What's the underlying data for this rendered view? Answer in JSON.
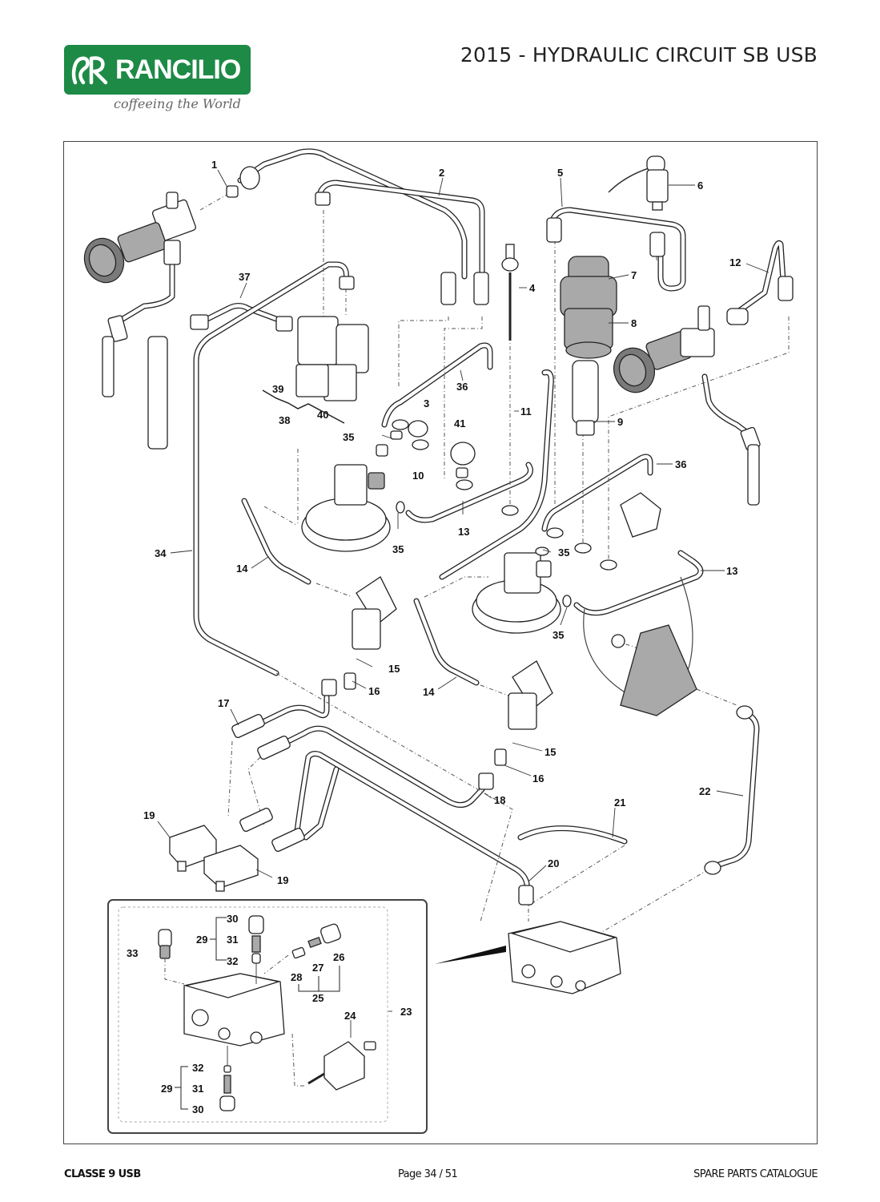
{
  "header": {
    "brand": "RANCILIO",
    "tagline": "coffeeing the World",
    "brand_color": "#1d8a46",
    "title": "2015 - HYDRAULIC CIRCUIT SB USB"
  },
  "diagram": {
    "callouts": [
      {
        "id": "c1",
        "label": "1"
      },
      {
        "id": "c2",
        "label": "2"
      },
      {
        "id": "c3",
        "label": "3"
      },
      {
        "id": "c4",
        "label": "4"
      },
      {
        "id": "c5",
        "label": "5"
      },
      {
        "id": "c6",
        "label": "6"
      },
      {
        "id": "c7",
        "label": "7"
      },
      {
        "id": "c8",
        "label": "8"
      },
      {
        "id": "c9",
        "label": "9"
      },
      {
        "id": "c10",
        "label": "10"
      },
      {
        "id": "c11",
        "label": "11"
      },
      {
        "id": "c12",
        "label": "12"
      },
      {
        "id": "c13a",
        "label": "13"
      },
      {
        "id": "c13b",
        "label": "13"
      },
      {
        "id": "c14a",
        "label": "14"
      },
      {
        "id": "c14b",
        "label": "14"
      },
      {
        "id": "c15a",
        "label": "15"
      },
      {
        "id": "c15b",
        "label": "15"
      },
      {
        "id": "c16a",
        "label": "16"
      },
      {
        "id": "c16b",
        "label": "16"
      },
      {
        "id": "c17",
        "label": "17"
      },
      {
        "id": "c18",
        "label": "18"
      },
      {
        "id": "c19a",
        "label": "19"
      },
      {
        "id": "c19b",
        "label": "19"
      },
      {
        "id": "c20",
        "label": "20"
      },
      {
        "id": "c21",
        "label": "21"
      },
      {
        "id": "c22",
        "label": "22"
      },
      {
        "id": "c23",
        "label": "23"
      },
      {
        "id": "c24",
        "label": "24"
      },
      {
        "id": "c25",
        "label": "25"
      },
      {
        "id": "c26",
        "label": "26"
      },
      {
        "id": "c27",
        "label": "27"
      },
      {
        "id": "c28",
        "label": "28"
      },
      {
        "id": "c29a",
        "label": "29"
      },
      {
        "id": "c29b",
        "label": "29"
      },
      {
        "id": "c30a",
        "label": "30"
      },
      {
        "id": "c30b",
        "label": "30"
      },
      {
        "id": "c31a",
        "label": "31"
      },
      {
        "id": "c31b",
        "label": "31"
      },
      {
        "id": "c32a",
        "label": "32"
      },
      {
        "id": "c32b",
        "label": "32"
      },
      {
        "id": "c33",
        "label": "33"
      },
      {
        "id": "c34",
        "label": "34"
      },
      {
        "id": "c35a",
        "label": "35"
      },
      {
        "id": "c35b",
        "label": "35"
      },
      {
        "id": "c35c",
        "label": "35"
      },
      {
        "id": "c35d",
        "label": "35"
      },
      {
        "id": "c36a",
        "label": "36"
      },
      {
        "id": "c36b",
        "label": "36"
      },
      {
        "id": "c37",
        "label": "37"
      },
      {
        "id": "c38",
        "label": "38"
      },
      {
        "id": "c39",
        "label": "39"
      },
      {
        "id": "c40",
        "label": "40"
      },
      {
        "id": "c41",
        "label": "41"
      }
    ]
  },
  "footer": {
    "model": "CLASSE 9 USB",
    "page_label": "Page",
    "page_current": "34",
    "page_total": "51",
    "page_text": "Page   34 / 51",
    "catalogue": "SPARE PARTS CATALOGUE"
  }
}
